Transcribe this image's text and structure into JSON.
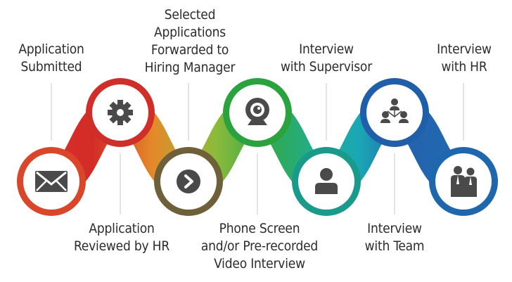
{
  "steps": [
    {
      "lines": [
        "Application",
        "Submitted"
      ],
      "icon": "envelope-icon",
      "color": "#d9462a"
    },
    {
      "lines": [
        "Application",
        "Reviewed by HR"
      ],
      "icon": "gear-icon",
      "color": "#cf2f28"
    },
    {
      "lines": [
        "Selected",
        "Applications",
        "Forwarded to",
        "Hiring Manager"
      ],
      "icon": "chevron-right-icon",
      "color": "#6e6038"
    },
    {
      "lines": [
        "Phone Screen",
        "and/or Pre-recorded",
        "Video Interview"
      ],
      "icon": "webcam-icon",
      "color": "#2aa23e"
    },
    {
      "lines": [
        "Interview",
        "with Supervisor"
      ],
      "icon": "person-icon",
      "color": "#1a9a8a"
    },
    {
      "lines": [
        "Interview",
        "with Team"
      ],
      "icon": "team-icon",
      "color": "#1f5ea8"
    },
    {
      "lines": [
        "Interview",
        "with HR"
      ],
      "icon": "business-people-icon",
      "color": "#1e67ad"
    }
  ],
  "colors": {
    "ribbon_start": "#e8492c",
    "ribbon_orange": "#e48a2a",
    "ribbon_green": "#86b83a",
    "ribbon_teal": "#21a7a1",
    "ribbon_blue": "#1f5ea8",
    "inner_circle": "#ffffff",
    "icon": "#4a4a4a",
    "connector_line": "#c8c8c8"
  }
}
